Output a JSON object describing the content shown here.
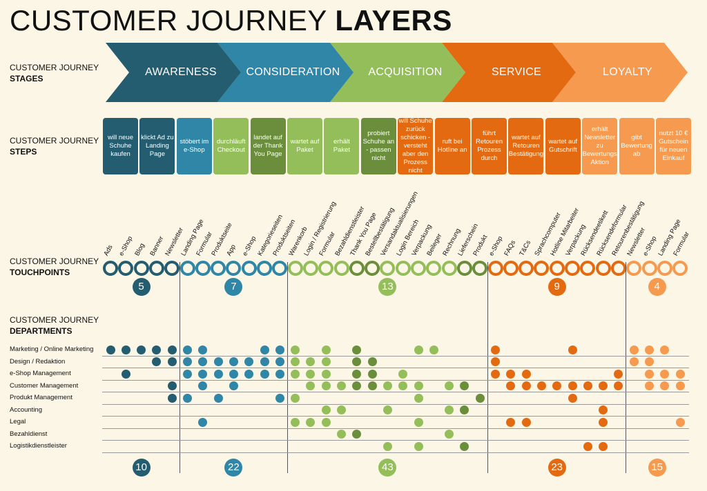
{
  "title": {
    "part1": "CUSTOMER JOURNEY",
    "part2": "LAYERS"
  },
  "row_labels": {
    "stages": {
      "line1": "CUSTOMER JOURNEY",
      "line2": "STAGES"
    },
    "steps": {
      "line1": "CUSTOMER JOURNEY",
      "line2": "STEPS"
    },
    "touchpoints": {
      "line1": "CUSTOMER JOURNEY",
      "line2": "TOUCHPOINTS"
    },
    "departments": {
      "line1": "CUSTOMER JOURNEY",
      "line2": "DEPARTMENTS"
    }
  },
  "colors": {
    "awareness": "#245d70",
    "consideration": "#2f86a6",
    "acquisition_light": "#94be59",
    "acquisition_dark": "#6b8e3c",
    "service": "#e46a12",
    "loyalty": "#f59a4f"
  },
  "stages": [
    {
      "label": "AWARENESS",
      "color": "#245d70"
    },
    {
      "label": "CONSIDERATION",
      "color": "#2f86a6"
    },
    {
      "label": "ACQUISITION",
      "color": "#94be59"
    },
    {
      "label": "SERVICE",
      "color": "#e46a12"
    },
    {
      "label": "LOYALTY",
      "color": "#f59a4f"
    }
  ],
  "steps": [
    {
      "text": "will neue Schuhe kaufen",
      "color": "#245d70"
    },
    {
      "text": "klickt Ad zu Landing Page",
      "color": "#245d70"
    },
    {
      "text": "stöbert im e-Shop",
      "color": "#2f86a6"
    },
    {
      "text": "durchläuft Checkout",
      "color": "#94be59"
    },
    {
      "text": "landet auf der Thank You Page",
      "color": "#6b8e3c"
    },
    {
      "text": "wartet auf Paket",
      "color": "#94be59"
    },
    {
      "text": "erhält Paket",
      "color": "#94be59"
    },
    {
      "text": "probiert Schuhe an - passen nicht",
      "color": "#6b8e3c"
    },
    {
      "text": "will Schuhe zurück schicken - versteht aber den Prozess nicht",
      "color": "#e46a12"
    },
    {
      "text": "ruft bei Hotline an",
      "color": "#e46a12"
    },
    {
      "text": "führt Retouren Prozess durch",
      "color": "#e46a12"
    },
    {
      "text": "wartet auf Retouren Bestätigung",
      "color": "#e46a12"
    },
    {
      "text": "wartet auf Gutschrift",
      "color": "#e46a12"
    },
    {
      "text": "erhält Newsletter zu Bewertungs Aktion",
      "color": "#f59a4f"
    },
    {
      "text": "gibt Bewertung ab",
      "color": "#f59a4f"
    },
    {
      "text": "nutzt 10 € Gutschein für neuen Einkauf",
      "color": "#f59a4f"
    }
  ],
  "touchpoints": [
    {
      "label": "Ads",
      "color": "#245d70"
    },
    {
      "label": "e-Shop",
      "color": "#245d70"
    },
    {
      "label": "Blog",
      "color": "#245d70"
    },
    {
      "label": "Banner",
      "color": "#245d70"
    },
    {
      "label": "Newsletter",
      "color": "#245d70"
    },
    {
      "label": "Landing Page",
      "color": "#2f86a6"
    },
    {
      "label": "Formular",
      "color": "#2f86a6"
    },
    {
      "label": "Produktseite",
      "color": "#2f86a6"
    },
    {
      "label": "App",
      "color": "#2f86a6"
    },
    {
      "label": "e-Shop",
      "color": "#2f86a6"
    },
    {
      "label": "Kategorieseiten",
      "color": "#2f86a6"
    },
    {
      "label": "Produktseiten",
      "color": "#2f86a6"
    },
    {
      "label": "Warenkorb",
      "color": "#94be59"
    },
    {
      "label": "Login / Registrierung",
      "color": "#94be59"
    },
    {
      "label": "Formular",
      "color": "#94be59"
    },
    {
      "label": "Bezahldienstleister",
      "color": "#94be59"
    },
    {
      "label": "Thank You Page",
      "color": "#6b8e3c"
    },
    {
      "label": "Bestellbestätigung",
      "color": "#6b8e3c"
    },
    {
      "label": "Versandaktualisierungen",
      "color": "#94be59"
    },
    {
      "label": "Login Bereich",
      "color": "#94be59"
    },
    {
      "label": "Verpackung",
      "color": "#94be59"
    },
    {
      "label": "Beileger",
      "color": "#94be59"
    },
    {
      "label": "Rechnung",
      "color": "#94be59"
    },
    {
      "label": "Lieferschein",
      "color": "#6b8e3c"
    },
    {
      "label": "Produkt",
      "color": "#6b8e3c"
    },
    {
      "label": "e-Shop",
      "color": "#e46a12"
    },
    {
      "label": "FAQs",
      "color": "#e46a12"
    },
    {
      "label": "T&Cs",
      "color": "#e46a12"
    },
    {
      "label": "Sprachcomputer",
      "color": "#e46a12"
    },
    {
      "label": "Hotline Mitarbeiter",
      "color": "#e46a12"
    },
    {
      "label": "Verpackung",
      "color": "#e46a12"
    },
    {
      "label": "Rücksendeetikett",
      "color": "#e46a12"
    },
    {
      "label": "Rücksendeformular",
      "color": "#e46a12"
    },
    {
      "label": "Retourenbestätigung",
      "color": "#e46a12"
    },
    {
      "label": "Newsletter",
      "color": "#f59a4f"
    },
    {
      "label": "e-Shop",
      "color": "#f59a4f"
    },
    {
      "label": "Landing Page",
      "color": "#f59a4f"
    },
    {
      "label": "Formular",
      "color": "#f59a4f"
    }
  ],
  "touchpoint_counts": [
    {
      "value": "5",
      "color": "#245d70"
    },
    {
      "value": "7",
      "color": "#2f86a6"
    },
    {
      "value": "13",
      "color": "#94be59"
    },
    {
      "value": "9",
      "color": "#e46a12"
    },
    {
      "value": "4",
      "color": "#f59a4f"
    }
  ],
  "departments": [
    {
      "name": "Marketing / Online Marketing",
      "dots": [
        0,
        1,
        2,
        3,
        4,
        5,
        6,
        10,
        11,
        12,
        14,
        16,
        20,
        21,
        25,
        30,
        34,
        35,
        36
      ]
    },
    {
      "name": "Design / Redaktion",
      "dots": [
        3,
        4,
        5,
        6,
        7,
        8,
        9,
        10,
        11,
        12,
        13,
        14,
        16,
        17,
        25,
        34,
        35
      ]
    },
    {
      "name": "e-Shop Management",
      "dots": [
        1,
        5,
        6,
        7,
        8,
        9,
        10,
        11,
        12,
        13,
        14,
        16,
        17,
        19,
        25,
        26,
        27,
        33,
        35,
        36,
        37
      ]
    },
    {
      "name": "Customer Management",
      "dots": [
        4,
        6,
        8,
        13,
        14,
        15,
        16,
        17,
        18,
        19,
        20,
        22,
        23,
        26,
        27,
        28,
        29,
        30,
        31,
        32,
        33,
        35,
        36,
        37
      ]
    },
    {
      "name": "Produkt Management",
      "dots": [
        4,
        5,
        7,
        11,
        12,
        20,
        24,
        30
      ]
    },
    {
      "name": "Accounting",
      "dots": [
        14,
        15,
        18,
        22,
        23,
        32
      ]
    },
    {
      "name": "Legal",
      "dots": [
        6,
        12,
        13,
        14,
        20,
        26,
        27,
        32,
        37
      ]
    },
    {
      "name": "Bezahldienst",
      "dots": [
        15,
        16,
        22
      ]
    },
    {
      "name": "Logistikdienstleister",
      "dots": [
        18,
        20,
        23,
        31,
        32
      ]
    }
  ],
  "department_counts": [
    {
      "value": "10",
      "color": "#245d70"
    },
    {
      "value": "22",
      "color": "#2f86a6"
    },
    {
      "value": "43",
      "color": "#94be59"
    },
    {
      "value": "23",
      "color": "#e46a12"
    },
    {
      "value": "15",
      "color": "#f59a4f"
    }
  ]
}
